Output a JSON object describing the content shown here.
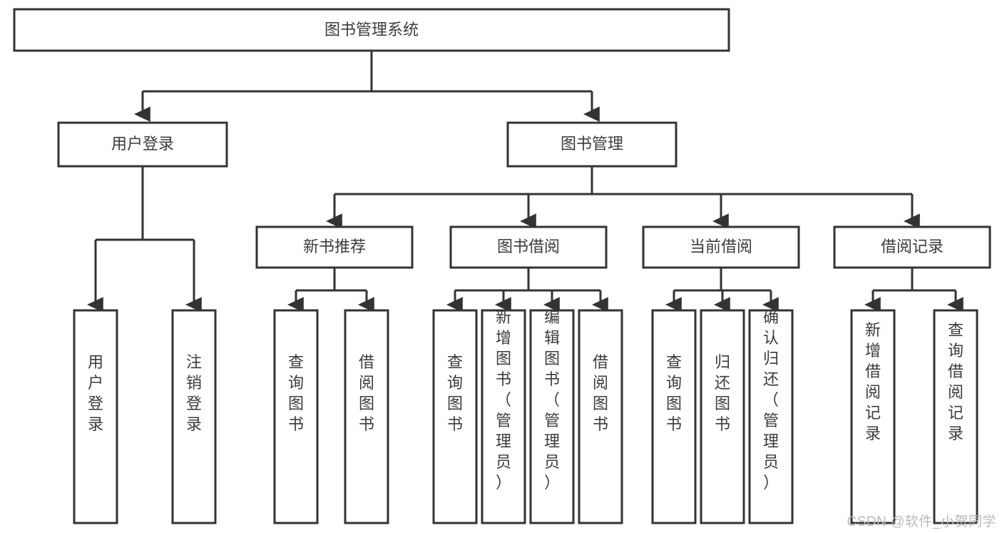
{
  "diagram": {
    "title": "图书管理系统",
    "type": "tree",
    "watermark": "CSDN @软件_小贺同学",
    "colors": {
      "box_stroke": "#333333",
      "box_fill": "#ffffff",
      "text": "#3b3b3b",
      "edge": "#333333",
      "watermark": "#b9b9b9",
      "background": "#ffffff"
    },
    "levels": [
      {
        "level": 0,
        "nodes": [
          {
            "id": "root",
            "label": "图书管理系统",
            "orientation": "horizontal"
          }
        ]
      },
      {
        "level": 1,
        "nodes": [
          {
            "id": "login",
            "label": "用户登录",
            "orientation": "horizontal",
            "parent": "root"
          },
          {
            "id": "bookmgmt",
            "label": "图书管理",
            "orientation": "horizontal",
            "parent": "root"
          }
        ]
      },
      {
        "level": 2,
        "nodes": [
          {
            "id": "newbook",
            "label": "新书推荐",
            "orientation": "horizontal",
            "parent": "bookmgmt"
          },
          {
            "id": "borrow",
            "label": "图书借阅",
            "orientation": "horizontal",
            "parent": "bookmgmt"
          },
          {
            "id": "current",
            "label": "当前借阅",
            "orientation": "horizontal",
            "parent": "bookmgmt"
          },
          {
            "id": "records",
            "label": "借阅记录",
            "orientation": "horizontal",
            "parent": "bookmgmt"
          }
        ]
      },
      {
        "level": 3,
        "nodes": [
          {
            "id": "l1",
            "label": "用户登录",
            "orientation": "vertical",
            "parent": "login"
          },
          {
            "id": "l2",
            "label": "注销登录",
            "orientation": "vertical",
            "parent": "login"
          },
          {
            "id": "n1",
            "label": "查询图书",
            "orientation": "vertical",
            "parent": "newbook"
          },
          {
            "id": "n2",
            "label": "借阅图书",
            "orientation": "vertical",
            "parent": "newbook"
          },
          {
            "id": "b1",
            "label": "查询图书",
            "orientation": "vertical",
            "parent": "borrow"
          },
          {
            "id": "b2",
            "label": "新增图书（管理员）",
            "orientation": "vertical",
            "parent": "borrow"
          },
          {
            "id": "b3",
            "label": "编辑图书（管理员）",
            "orientation": "vertical",
            "parent": "borrow"
          },
          {
            "id": "b4",
            "label": "借阅图书",
            "orientation": "vertical",
            "parent": "borrow"
          },
          {
            "id": "c1",
            "label": "查询图书",
            "orientation": "vertical",
            "parent": "current"
          },
          {
            "id": "c2",
            "label": "归还图书",
            "orientation": "vertical",
            "parent": "current"
          },
          {
            "id": "c3",
            "label": "确认归还（管理员）",
            "orientation": "vertical",
            "parent": "current"
          },
          {
            "id": "r1",
            "label": "新增借阅记录",
            "orientation": "vertical",
            "parent": "records"
          },
          {
            "id": "r2",
            "label": "查询借阅记录",
            "orientation": "vertical",
            "parent": "records"
          }
        ]
      }
    ]
  }
}
